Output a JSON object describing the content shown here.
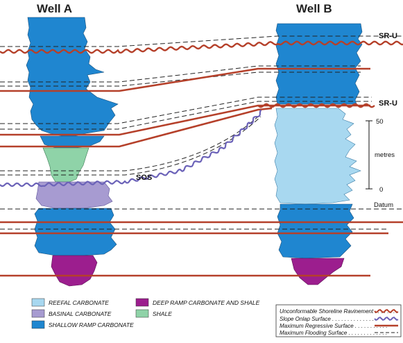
{
  "wells": {
    "a": {
      "title": "Well A"
    },
    "b": {
      "title": "Well B"
    }
  },
  "surfaces": {
    "sru_top": "SR-U",
    "sru_mid": "SR-U",
    "sos": "SOS",
    "datum": "Datum"
  },
  "scale": {
    "top": "50",
    "unit": "metres",
    "bottom": "0"
  },
  "legend": {
    "facies": [
      {
        "label": "REEFAL CARBONATE",
        "color": "#a8d8f0"
      },
      {
        "label": "BASINAL CARBONATE",
        "color": "#a79bd1"
      },
      {
        "label": "SHALLOW RAMP CARBONATE",
        "color": "#1f86d0"
      },
      {
        "label": "DEEP RAMP CARBONATE AND SHALE",
        "color": "#9c1e8e"
      },
      {
        "label": "SHALE",
        "color": "#8fd3a8"
      }
    ],
    "surfaces": [
      {
        "label": "Unconformable Shoreline Ravinement . . . . . . . ."
      },
      {
        "label": "Slope Onlap Surface . . . . . . . . . . . . . . ."
      },
      {
        "label": "Maximum Regressive Surface . . . . . . . . . . ."
      },
      {
        "label": "Maximum Flooding Surface . . . . . . . . . . . . ."
      }
    ]
  },
  "colors": {
    "shallow": "#1f86d0",
    "reefal": "#a8d8f0",
    "basinal": "#a79bd1",
    "deep": "#9c1e8e",
    "shale": "#8fd3a8",
    "mrs": "#b5402a",
    "sos": "#6b62b8"
  }
}
